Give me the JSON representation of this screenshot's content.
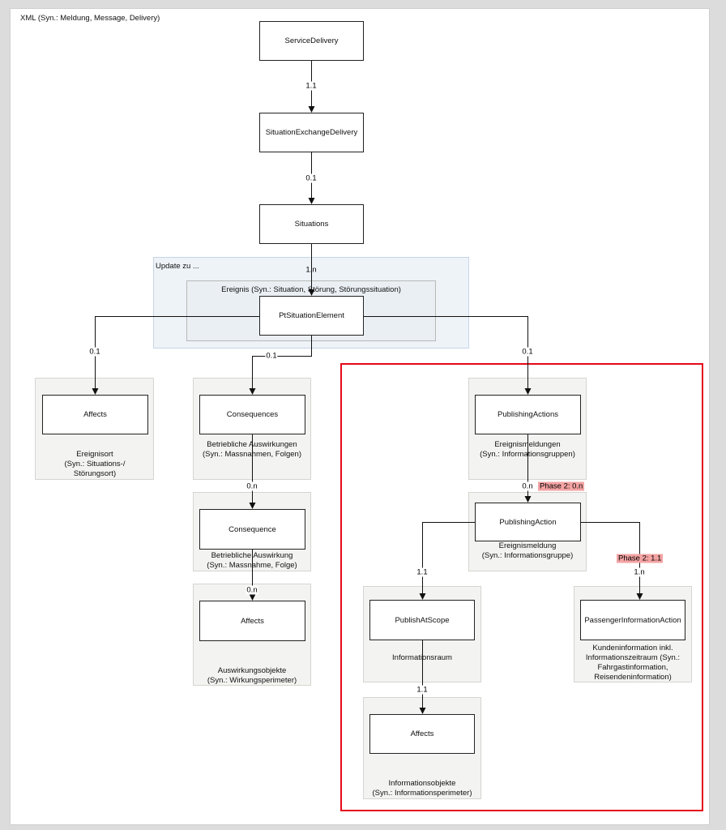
{
  "title": "XML (Syn.: Meldung, Message, Delivery)",
  "update_label": "Update zu ...",
  "ereignis_label": "Ereignis (Syn.: Situation, Störung, Störungssituation)",
  "nodes": {
    "service_delivery": "ServiceDelivery",
    "situation_exchange_delivery": "SituationExchangeDelivery",
    "situations": "Situations",
    "pt_situation_element": "PtSituationElement",
    "affects_left": "Affects",
    "consequences": "Consequences",
    "consequence": "Consequence",
    "affects_consequence": "Affects",
    "publishing_actions": "PublishingActions",
    "publishing_action": "PublishingAction",
    "publish_at_scope": "PublishAtScope",
    "affects_scope": "Affects",
    "passenger_information_action": "PassengerInformationAction"
  },
  "group_texts": {
    "ereignisort": [
      "Ereignisort",
      "(Syn.: Situations-/",
      "Störungsort)"
    ],
    "betriebliche_auswirkungen": [
      "Betriebliche Auswirkungen",
      "(Syn.: Massnahmen, Folgen)"
    ],
    "betriebliche_auswirkung": [
      "Betriebliche Auswirkung",
      "(Syn.: Massnahme, Folge)"
    ],
    "auswirkungsobjekte": [
      "Auswirkungsobjekte",
      "(Syn.: Wirkungsperimeter)"
    ],
    "ereignismeldungen": [
      "Ereignismeldungen",
      "(Syn.: Informationsgruppen)"
    ],
    "ereignismeldung": [
      "Ereignismeldung",
      "(Syn.: Informationsgruppe)"
    ],
    "informationsraum": [
      "Informationsraum"
    ],
    "informationsobjekte": [
      "Informationsobjekte",
      "(Syn.: Informationsperimeter)"
    ],
    "kundeninformation": [
      "Kundeninformation inkl.",
      "Informationszeitraum (Syn.:",
      "Fahrgastinformation,",
      "Reisendeninformation)"
    ]
  },
  "multiplicities": {
    "sd_sed": "1.1",
    "sed_sit": "0.1",
    "sit_pse": "1.n",
    "pse_affects": "0.1",
    "pse_consequences": "0.1",
    "pse_publishing_actions": "0.1",
    "consequences_consequence": "0.n",
    "consequence_affects": "0.n",
    "pas_pa": "0.n",
    "pa_scope": "1.1",
    "pa_passenger": "1.n",
    "scope_affects": "1.1"
  },
  "phase_labels": {
    "pas_pa": "Phase 2: 0.n",
    "pa_passenger": "Phase 2: 1.1"
  },
  "colors": {
    "highlight": "#e5091a",
    "phase": "#f4a3a3"
  }
}
